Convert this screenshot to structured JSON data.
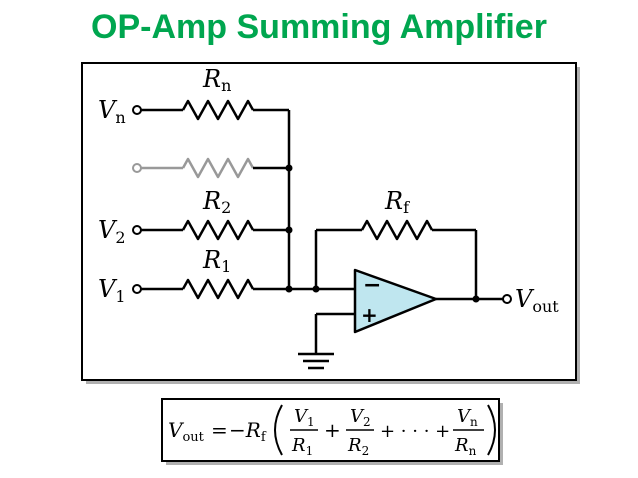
{
  "title": "OP-Amp Summing Amplifier",
  "colors": {
    "title": "#00a64f",
    "wire": "#000000",
    "faded": "#999999",
    "opamp_fill": "#bfe6ef"
  },
  "labels": {
    "r_n": {
      "main": "R",
      "sub": "n"
    },
    "r_2": {
      "main": "R",
      "sub": "2"
    },
    "r_1": {
      "main": "R",
      "sub": "1"
    },
    "r_f": {
      "main": "R",
      "sub": "f"
    },
    "v_n": {
      "main": "V",
      "sub": "n"
    },
    "v_2": {
      "main": "V",
      "sub": "2"
    },
    "v_1": {
      "main": "V",
      "sub": "1"
    },
    "v_out": {
      "main": "V",
      "sub": "out"
    },
    "minus": "−",
    "plus": "+"
  },
  "formula": {
    "lhs_main": "V",
    "lhs_sub": "out",
    "equals": "=",
    "neg": "−R",
    "neg_sub": "f",
    "t1_num": "V",
    "t1_num_sub": "1",
    "t1_den": "R",
    "t1_den_sub": "1",
    "t2_num": "V",
    "t2_num_sub": "2",
    "t2_den": "R",
    "t2_den_sub": "2",
    "tn_num": "V",
    "tn_num_sub": "n",
    "tn_den": "R",
    "tn_den_sub": "n",
    "plus": "+",
    "dots": "+ · · · +"
  }
}
